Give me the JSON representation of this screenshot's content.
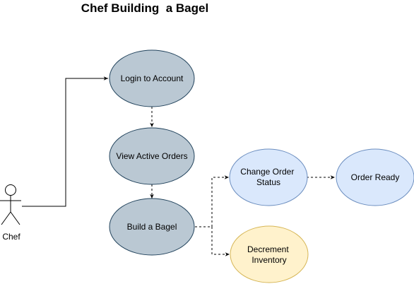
{
  "title": "Chef Building  a Bagel",
  "actor": {
    "label": "Chef"
  },
  "use_cases": [
    {
      "id": "login",
      "lines": [
        "Login to Account"
      ],
      "fill": "#bac8d3",
      "stroke": "#23445d"
    },
    {
      "id": "view",
      "lines": [
        "View Active Orders"
      ],
      "fill": "#bac8d3",
      "stroke": "#23445d"
    },
    {
      "id": "build",
      "lines": [
        "Build a Bagel"
      ],
      "fill": "#bac8d3",
      "stroke": "#23445d"
    },
    {
      "id": "status",
      "lines": [
        "Change Order",
        "Status"
      ],
      "fill": "#dae8fc",
      "stroke": "#6c8ebf"
    },
    {
      "id": "ready",
      "lines": [
        "Order Ready"
      ],
      "fill": "#dae8fc",
      "stroke": "#6c8ebf"
    },
    {
      "id": "inventory",
      "lines": [
        "Decrement",
        "Inventory"
      ],
      "fill": "#fff2cc",
      "stroke": "#d6b656"
    }
  ],
  "connectors": [
    {
      "from": "actor",
      "to": "login",
      "style": "solid"
    },
    {
      "from": "login",
      "to": "view",
      "style": "dashed"
    },
    {
      "from": "view",
      "to": "build",
      "style": "dashed"
    },
    {
      "from": "build",
      "to": "status",
      "style": "dashed"
    },
    {
      "from": "build",
      "to": "inventory",
      "style": "dashed"
    },
    {
      "from": "status",
      "to": "ready",
      "style": "dashed"
    }
  ]
}
